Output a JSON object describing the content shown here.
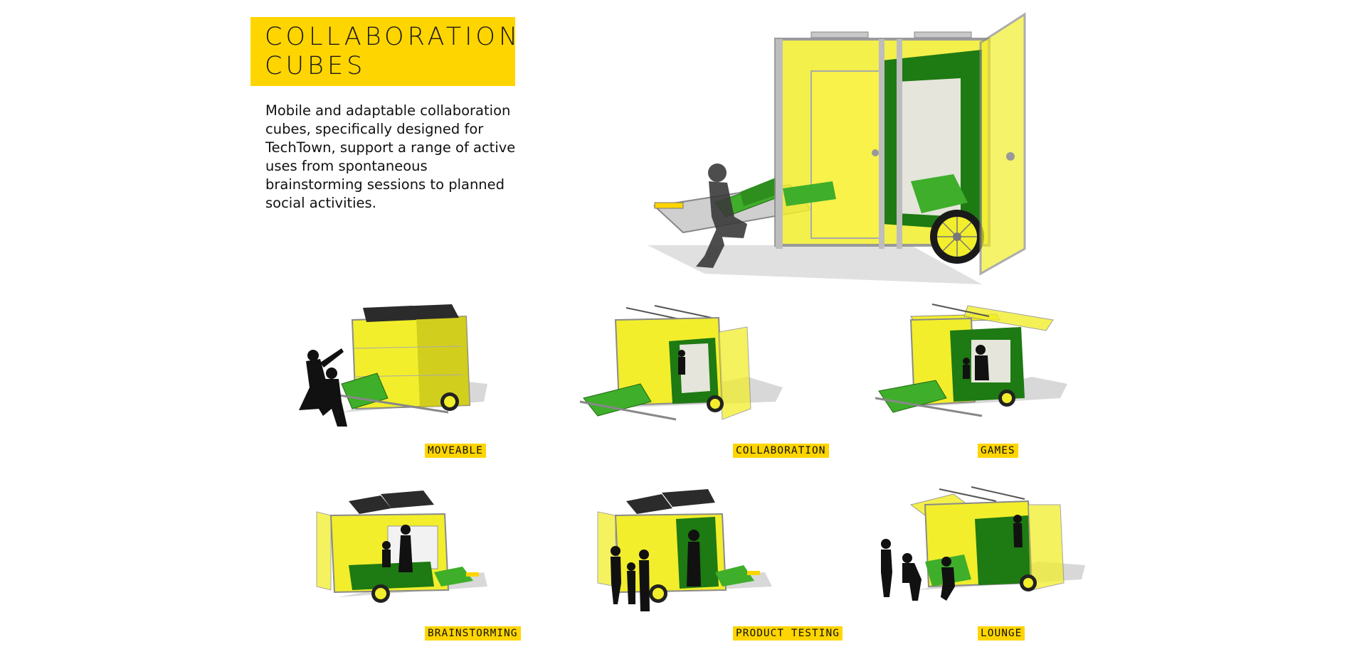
{
  "header": {
    "title": "COLLABORATION\nCUBES",
    "description": "Mobile and adaptable collaboration cubes, specifically designed for TechTown, support a range of active uses from spontaneous brainstorming sessions to planned social activities."
  },
  "modes": [
    {
      "label": "MOVEABLE"
    },
    {
      "label": "COLLABORATION"
    },
    {
      "label": "GAMES"
    },
    {
      "label": "BRAINSTORMING"
    },
    {
      "label": "PRODUCT TESTING"
    },
    {
      "label": "LOUNGE"
    }
  ],
  "colors": {
    "accent_yellow": "#FFD500",
    "panel_yellow": "#F2EE2C",
    "seat_green": "#3FAE2A",
    "interior_green": "#1E7A12",
    "silhouette": "#1a1a1a",
    "frame_gray": "#9a9a9a"
  }
}
